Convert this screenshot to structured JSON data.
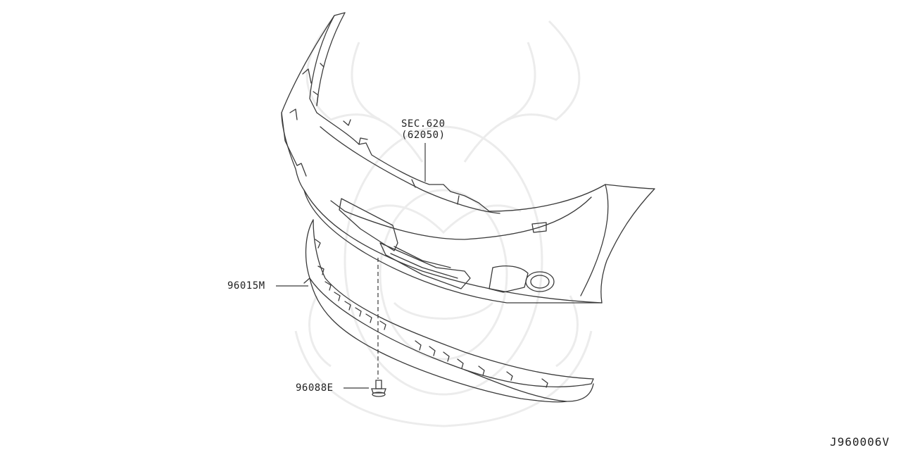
{
  "callouts": {
    "section_ref": "SEC.620",
    "section_part": "(62050)",
    "lower_spoiler": "96015M",
    "fastener": "96088E"
  },
  "diagram_id": "J960006V",
  "colors": {
    "line": "#3a3a3a",
    "watermark": "#ececec",
    "background": "#ffffff"
  }
}
